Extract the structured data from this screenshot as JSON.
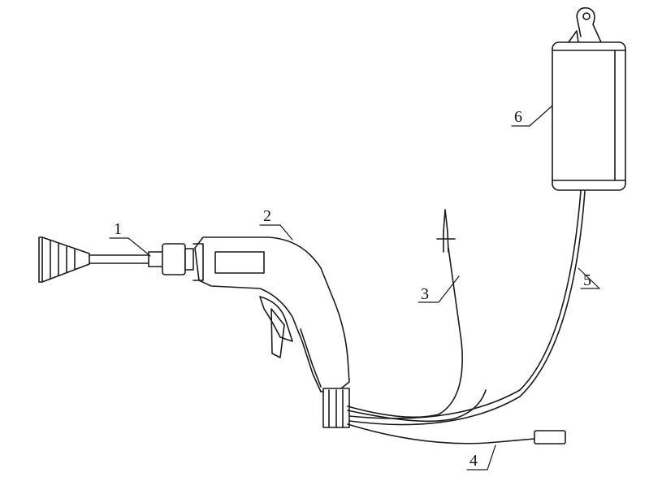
{
  "labels": {
    "part1": "1",
    "part2": "2",
    "part3": "3",
    "part4": "4",
    "part5": "5",
    "part6": "6"
  },
  "colors": {
    "line": "#1a1a1a",
    "background": "#ffffff"
  }
}
